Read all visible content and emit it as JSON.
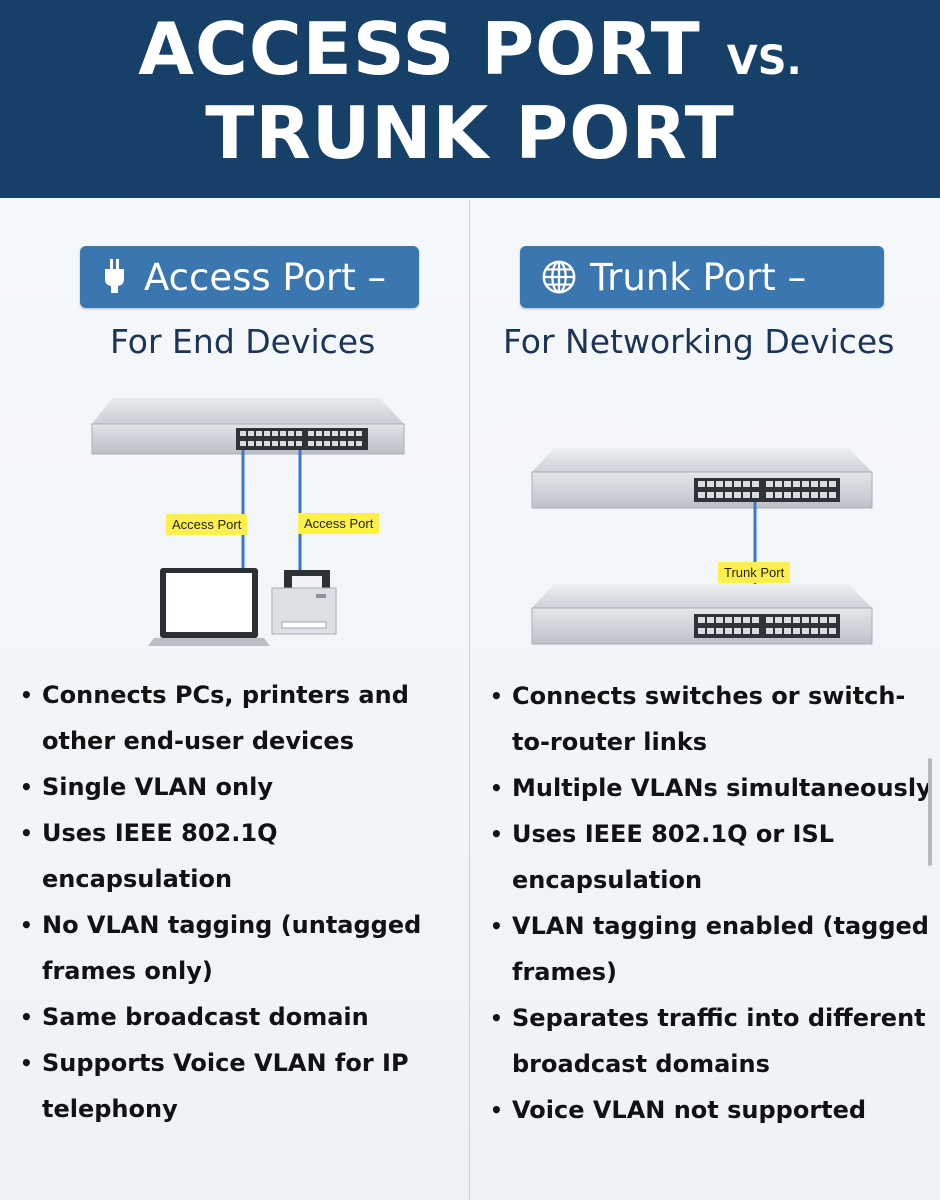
{
  "header": {
    "title_part1": "ACCESS PORT",
    "title_vs": "VS.",
    "title_part2": "TRUNK PORT"
  },
  "access": {
    "badge_label": "Access Port –",
    "badge_icon": "ethernet-plug-icon",
    "subtitle": "For End Devices",
    "port_label_left": "Access Port",
    "port_label_right": "Access Port",
    "bullets": [
      "Connects PCs, printers and other end-user devices",
      "Single VLAN only",
      "Uses IEEE 802.1Q encapsulation",
      "No VLAN tagging (untagged frames only)",
      "Same broadcast domain",
      "Supports Voice VLAN for IP telephony"
    ]
  },
  "trunk": {
    "badge_label": "Trunk Port –",
    "badge_icon": "globe-icon",
    "subtitle": "For Networking Devices",
    "port_label": "Trunk Port",
    "bullets": [
      "Connects switches or switch-to-router links",
      "Multiple VLANs simultaneously",
      "Uses IEEE 802.1Q or ISL encapsulation",
      "VLAN tagging enabled (tagged frames)",
      "Separates traffic into different broadcast domains",
      "Voice VLAN not supported"
    ]
  },
  "colors": {
    "header_bg": "#174068",
    "badge_bg": "#3a77b1",
    "label_bg": "#fdf04a",
    "cable": "#3f78bf"
  }
}
